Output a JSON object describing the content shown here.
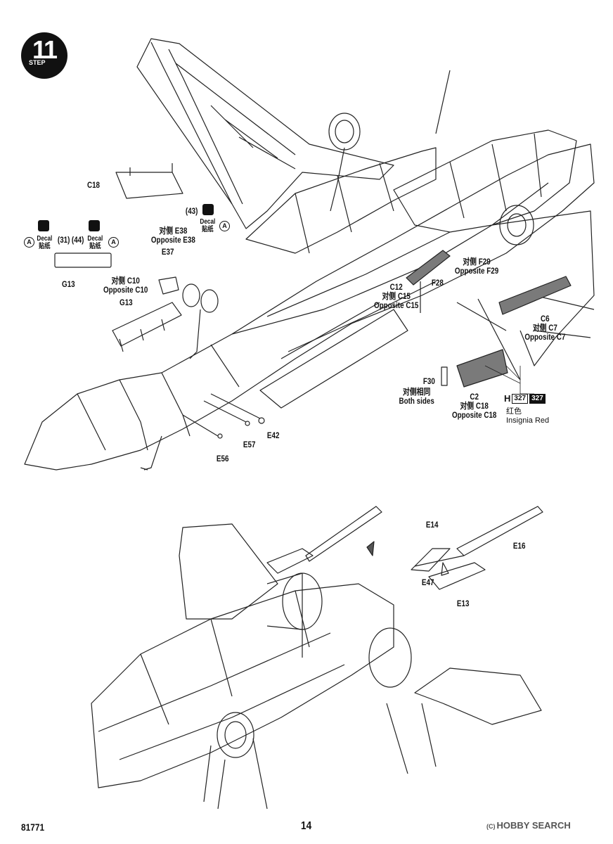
{
  "step": {
    "number": "11",
    "word": "STEP"
  },
  "labels": {
    "c18_top": "C18",
    "decal_43": "(43)",
    "decal_word": "Decal",
    "decal_cn": "贴纸",
    "decal_31": "(31)",
    "decal_44": "(44)",
    "g13_left": "G13",
    "e38_cn": "对侧 E38",
    "e38_en": "Opposite E38",
    "e37": "E37",
    "c10_cn": "对侧 C10",
    "c10_en": "Opposite C10",
    "g13_mid": "G13",
    "f29_cn": "对侧 F29",
    "f29_en": "Opposite F29",
    "c12": "C12",
    "c15_cn": "对侧 C15",
    "c15_en": "Opposite C15",
    "f28": "F28",
    "c6": "C6",
    "c7_cn": "对侧 C7",
    "c7_en": "Opposite C7",
    "f30": "F30",
    "both_cn": "对侧相同",
    "both_en": "Both sides",
    "c2": "C2",
    "c18_cn": "对侧 C18",
    "c18_en": "Opposite C18",
    "e42": "E42",
    "e57": "E57",
    "e56": "E56",
    "e14": "E14",
    "e16": "E16",
    "e47": "E47",
    "e13": "E13",
    "circle_a": "A"
  },
  "paint": {
    "letter": "H",
    "code_light": "327",
    "code_dark": "327",
    "name_cn": "红色",
    "name_en": "Insignia Red",
    "fill": "#7a7a7a"
  },
  "footer": {
    "code": "81771",
    "page": "14"
  },
  "watermark": {
    "prefix": "(C)",
    "brand": "HOBBY SEARCH"
  }
}
